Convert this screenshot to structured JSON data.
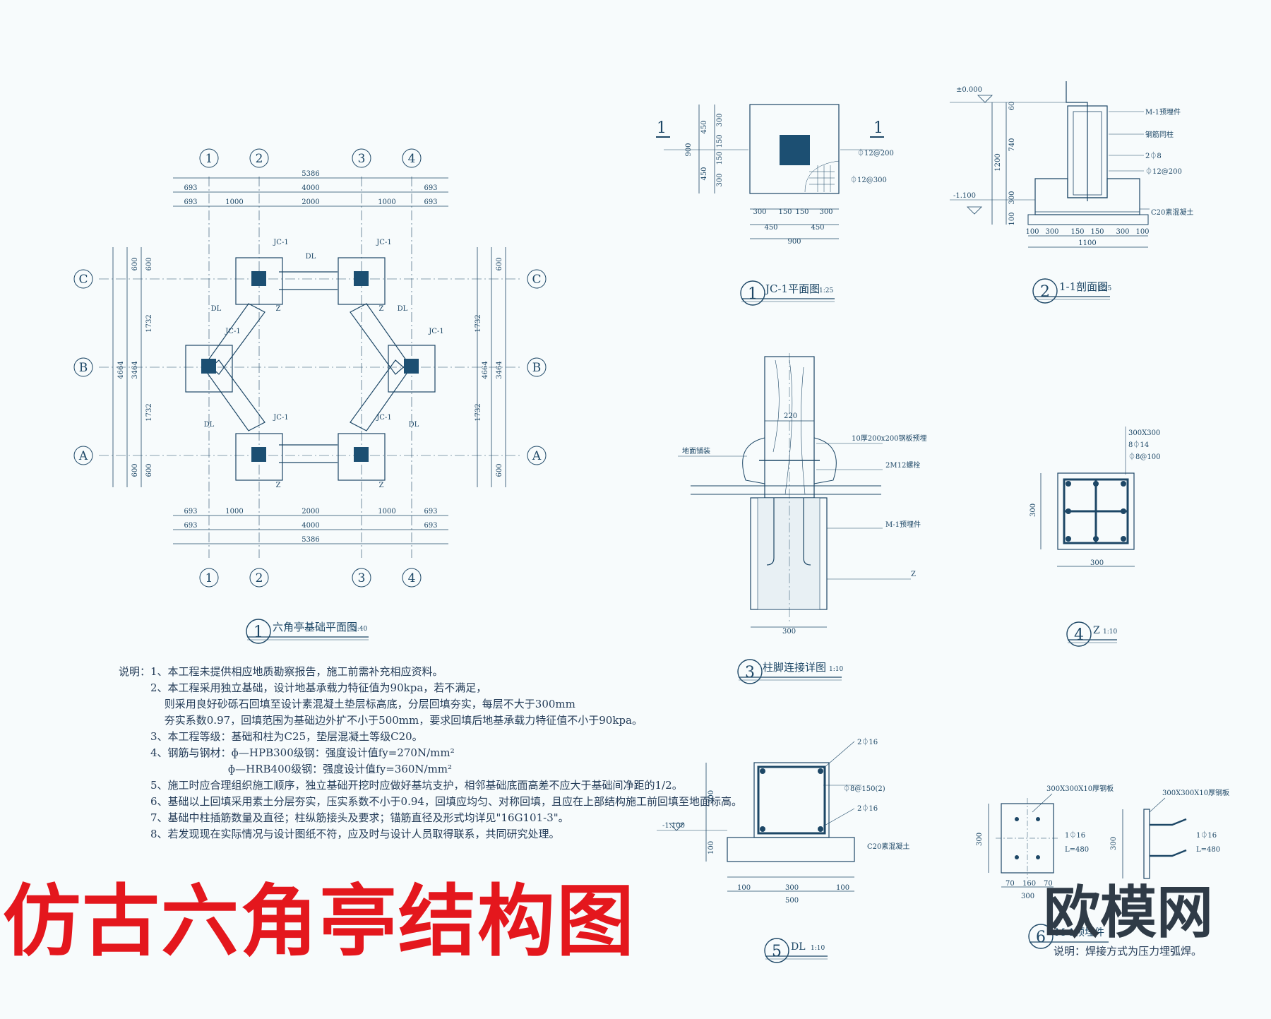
{
  "drawings": {
    "plan": {
      "title": "六角亭基础平面图",
      "scale": "1:40",
      "number": "1",
      "axes_x": [
        "1",
        "2",
        "3",
        "4"
      ],
      "axes_y": [
        "C",
        "B",
        "A"
      ],
      "dims_top_total": "5386",
      "dims_mid": [
        "693",
        "4000",
        "693"
      ],
      "dims_detail": [
        "693",
        "1000",
        "2000",
        "1000",
        "693"
      ],
      "dims_side_total": "4664",
      "dims_side_mid": [
        "600",
        "3464",
        "600"
      ],
      "dims_side_detail": [
        "600",
        "1732",
        "1732",
        "600"
      ],
      "labels": {
        "jc": "JC-1",
        "beam": "DL",
        "col": "Z"
      }
    },
    "jc_plan": {
      "title": "JC-1平面图",
      "scale": "1:25",
      "number": "1",
      "section_mark": "1",
      "dims_h": [
        "300",
        "150",
        "150",
        "300"
      ],
      "dims_h2": [
        "450",
        "450"
      ],
      "dims_h_total": "900",
      "dims_v": [
        "300",
        "150",
        "150",
        "300"
      ],
      "dims_v2": [
        "450",
        "450"
      ],
      "dims_v_total": "900",
      "rebar1": "⏀12@200",
      "rebar2": "⏀12@300"
    },
    "section": {
      "title": "1-1剖面图",
      "scale": "1:25",
      "number": "2",
      "elev_top": "±0.000",
      "elev_bot": "-1.100",
      "dims_v": [
        "60",
        "740",
        "300",
        "100"
      ],
      "dims_v_total": "1200",
      "dims_h": [
        "100",
        "300",
        "150",
        "150",
        "300",
        "100"
      ],
      "dims_h_total": "1100",
      "notes": [
        "M-1预埋件",
        "钢筋同柱",
        "2⏀8",
        "⏀12@200",
        "C20素混凝土"
      ]
    },
    "column_foot": {
      "title": "柱脚连接详图",
      "scale": "1:10",
      "number": "3",
      "dim_top": "220",
      "dim_bottom": "300",
      "notes": [
        "地面铺装",
        "10厚200x200钢板预埋",
        "2M12螺栓",
        "M-1预埋件",
        "Z"
      ]
    },
    "column_z": {
      "title": "Z",
      "scale": "1:10",
      "number": "4",
      "notes": [
        "300X300",
        "8⏀14",
        "⏀8@100"
      ],
      "dim_w": "300",
      "dim_h": "300"
    },
    "beam_dl": {
      "title": "DL",
      "scale": "1:10",
      "number": "5",
      "notes": [
        "2⏀16",
        "⏀8@150(2)",
        "2⏀16",
        "C20素混凝土"
      ],
      "elev": "-1.100",
      "dims_v": [
        "300",
        "100"
      ],
      "dims_h": [
        "100",
        "300",
        "100"
      ],
      "dims_h_total": "500"
    },
    "embed": {
      "title": "M-1预埋件",
      "number": "6",
      "notes": [
        "300X300X10厚钢板",
        "300X300X10厚钢板",
        "1⏀16",
        "L=480",
        "1⏀16",
        "L=480"
      ],
      "dims": [
        "70",
        "160",
        "70"
      ],
      "dims_total": "300",
      "weld_note": "说明：焊接方式为压力埋弧焊。"
    }
  },
  "notes": [
    "说明：1、本工程未提供相应地质勘察报告，施工前需补充相应资料。",
    "　　　2、本工程采用独立基础，设计地基承载力特征值为90kpa，若不满足，",
    "　　　　 则采用良好砂砾石回填至设计素混凝土垫层标高底，分层回填夯实，每层不大于300mm",
    "　　　　 夯实系数0.97，回填范围为基础边外扩不小于500mm，要求回填后地基承载力特征值不小于90kpa。",
    "　　　3、本工程等级：基础和柱为C25，垫层混凝土等级C20。",
    "　　　4、钢筋与钢材：ɸ—HPB300级钢：强度设计值fy=270N/mm²",
    "　　　　　　　　　　 ɸ—HRB400级钢：强度设计值fy=360N/mm²",
    "　　　5、施工时应合理组织施工顺序，独立基础开挖时应做好基坑支护，相邻基础底面高差不应大于基础间净距的1/2。",
    "　　　6、基础以上回填采用素土分层夯实，压实系数不小于0.94，回填应均匀、对称回填，且应在上部结构施工前回填至地面标高。",
    "　　　7、基础中柱插筋数量及直径；柱纵筋接头及要求；锚筋直径及形式均详见\"16G101-3\"。",
    "　　　8、若发现现在实际情况与设计图纸不符，应及时与设计人员取得联系，共同研究处理。"
  ],
  "big_title": "仿古六角亭结构图",
  "brand": "欧模网",
  "colors": {
    "line": "#1d4766",
    "fill": "#1c4f72",
    "title": "#e4171d",
    "bg": "#f7fbfc"
  }
}
